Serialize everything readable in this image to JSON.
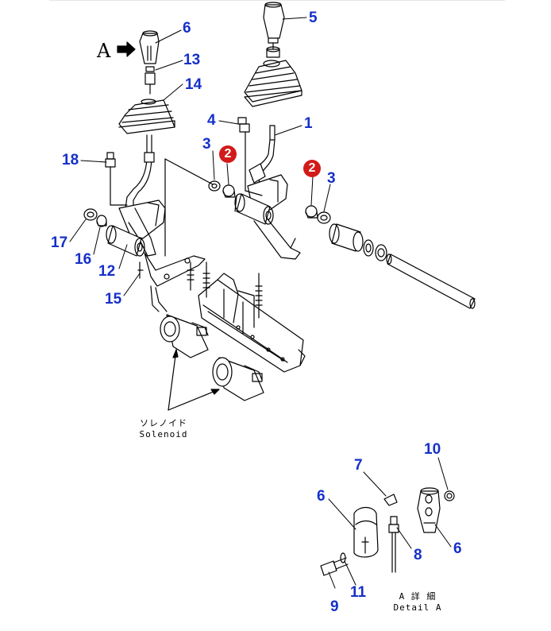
{
  "view_marker": "A",
  "solenoid": {
    "jp": "ソレノイド",
    "en": "Solenoid"
  },
  "detail": {
    "jp": "A 詳 細",
    "en": "Detail A"
  },
  "colors": {
    "part_number": "#1530c8",
    "badge": "#d21a1a",
    "line": "#000000"
  },
  "callouts": {
    "c6_top": "6",
    "c5": "5",
    "c13": "13",
    "c14": "14",
    "c4": "4",
    "c1": "1",
    "c3_left": "3",
    "c2_left": "2",
    "c2_right": "2",
    "c3_right": "3",
    "c18": "18",
    "c17": "17",
    "c16": "16",
    "c12": "12",
    "c15": "15",
    "c10": "10",
    "c7": "7",
    "c6_detail_left": "6",
    "c8": "8",
    "c6_detail_right": "6",
    "c9": "9",
    "c11": "11"
  }
}
